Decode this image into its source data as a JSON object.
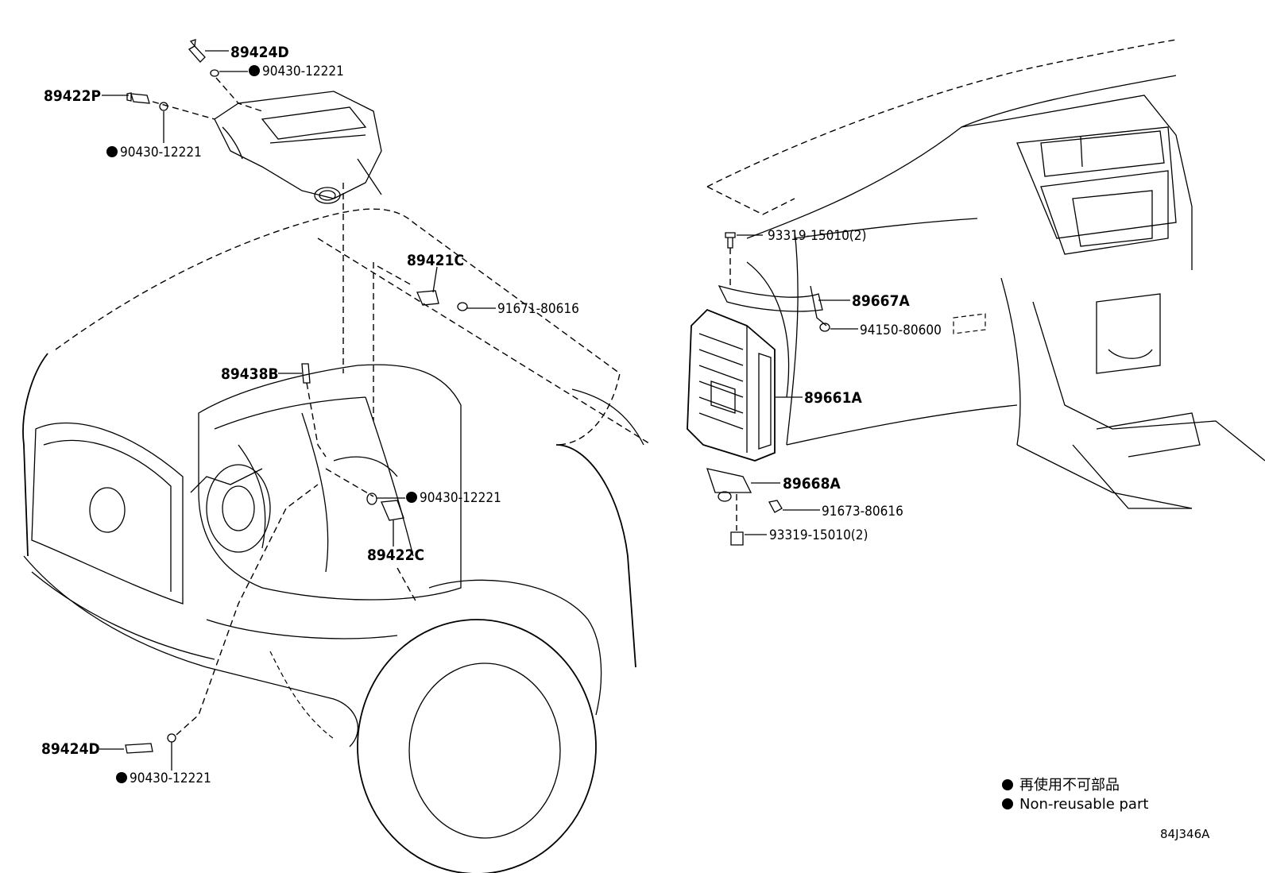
{
  "diagram": {
    "parts": {
      "p89424D_top": "89424D",
      "p90430_a": "90430-12221",
      "p89422P": "89422P",
      "p90430_b": "90430-12221",
      "p89421C": "89421C",
      "p91671": "91671-80616",
      "p89438B": "89438B",
      "p90430_c": "90430-12221",
      "p89422C": "89422C",
      "p89424D_bottom": "89424D",
      "p90430_d": "90430-12221",
      "p93319_a": "93319-15010(2)",
      "p89667A": "89667A",
      "p94150": "94150-80600",
      "p89661A": "89661A",
      "p89668A": "89668A",
      "p91673": "91673-80616",
      "p93319_b": "93319-15010(2)"
    },
    "legend": {
      "jp": "再使用不可部品",
      "en": "Non-reusable part"
    },
    "reference_code": "84J346A"
  }
}
